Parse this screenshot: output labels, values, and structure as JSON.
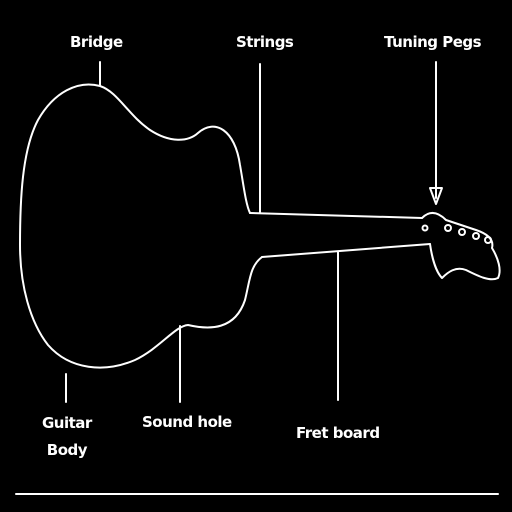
{
  "colors": {
    "background": "#000000",
    "outline": "#ffffff"
  },
  "labels": {
    "bridge": "Bridge",
    "strings": "Strings",
    "tuning_pegs": "Tuning Pegs",
    "guitar_body_line1": "Guitar",
    "guitar_body_line2": "Body",
    "sound_hole": "Sound hole",
    "fret_board": "Fret board"
  }
}
